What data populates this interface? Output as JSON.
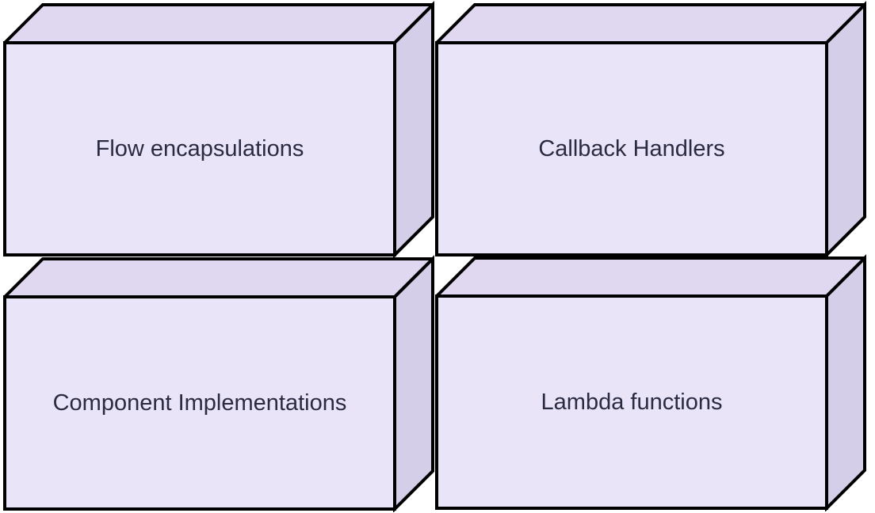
{
  "diagram": {
    "type": "3d-node-grid",
    "nodes": [
      {
        "id": "flow-encapsulations",
        "label": "Flow encapsulations",
        "row": 0,
        "col": 0
      },
      {
        "id": "callback-handlers",
        "label": "Callback Handlers",
        "row": 0,
        "col": 1
      },
      {
        "id": "component-implementations",
        "label": "Component Implementations",
        "row": 1,
        "col": 0
      },
      {
        "id": "lambda-functions",
        "label": "Lambda functions",
        "row": 1,
        "col": 1
      }
    ],
    "colors": {
      "front_face": "#E9E4F8",
      "top_face": "#DFD8F0",
      "side_face": "#D5CEE9",
      "stroke": "#000000",
      "text": "#2A2A42",
      "background": "#ffffff"
    }
  }
}
